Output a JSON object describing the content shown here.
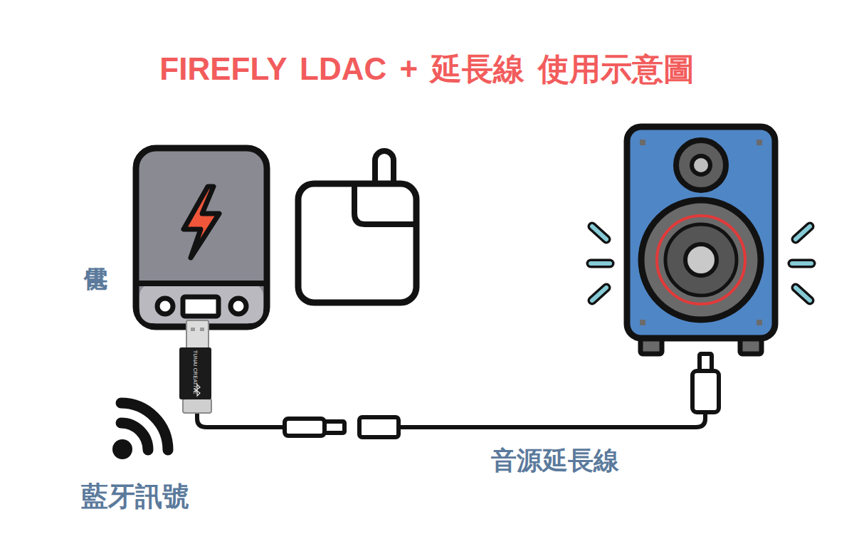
{
  "diagram": {
    "title": "FIREFLY LDAC + 延長線 使用示意圖",
    "nodes": [
      {
        "text": [
          "TUNAI CREATIVE"
        ]
      }
    ],
    "labels": [
      "供電",
      "藍牙訊號",
      "音源延長線"
    ]
  }
}
